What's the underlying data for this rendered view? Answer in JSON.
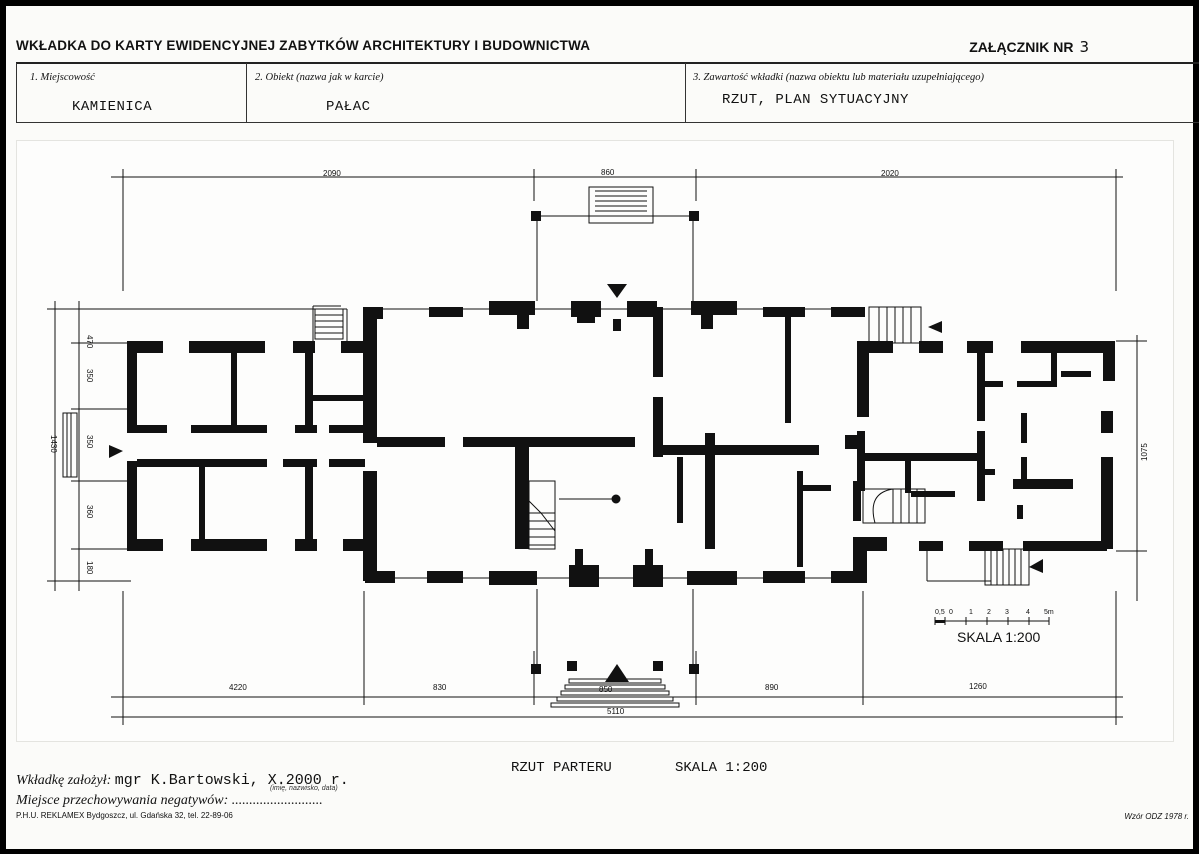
{
  "header": {
    "title": "WKŁADKA DO KARTY EWIDENCYJNEJ ZABYTKÓW ARCHITEKTURY I BUDOWNICTWA",
    "annex_label": "ZAŁĄCZNIK NR",
    "annex_number": "3"
  },
  "fields": [
    {
      "label": "1. Miejscowość",
      "value": "KAMIENICA"
    },
    {
      "label": "2. Obiekt (nazwa jak w karcie)",
      "value": "PAŁAC"
    },
    {
      "label": "3. Zawartość wkładki (nazwa obiektu lub materiału uzupełniającego)",
      "value": "RZUT, PLAN SYTUACYJNY"
    }
  ],
  "drawing": {
    "dims_top": [
      "2090",
      "860",
      "2020"
    ],
    "dims_bottom": [
      "4220",
      "830",
      "850",
      "890",
      "1260"
    ],
    "dim_total": "5110",
    "dims_left": [
      "470",
      "350",
      "350",
      "360",
      "180"
    ],
    "dim_left_total": "1430",
    "dim_right": "1075",
    "scale_ticks": [
      "0,5",
      "0",
      "1",
      "2",
      "3",
      "4",
      "5m"
    ],
    "scale_label": "SKALA 1:200"
  },
  "caption": {
    "plan": "RZUT PARTERU",
    "scale": "SKALA 1:200"
  },
  "footer": {
    "author_label": "Wkładkę założył:",
    "author_value": "mgr K.Bartowski, X.2000 r.",
    "author_hint": "(imię, nazwisko, data)",
    "negatives_label": "Miejsce przechowywania negatywów: ..........................",
    "printer": "P.H.U. REKLAMEX Bydgoszcz, ul. Gdańska 32, tel. 22-89-06",
    "pattern": "Wzór ODZ 1978 r."
  }
}
